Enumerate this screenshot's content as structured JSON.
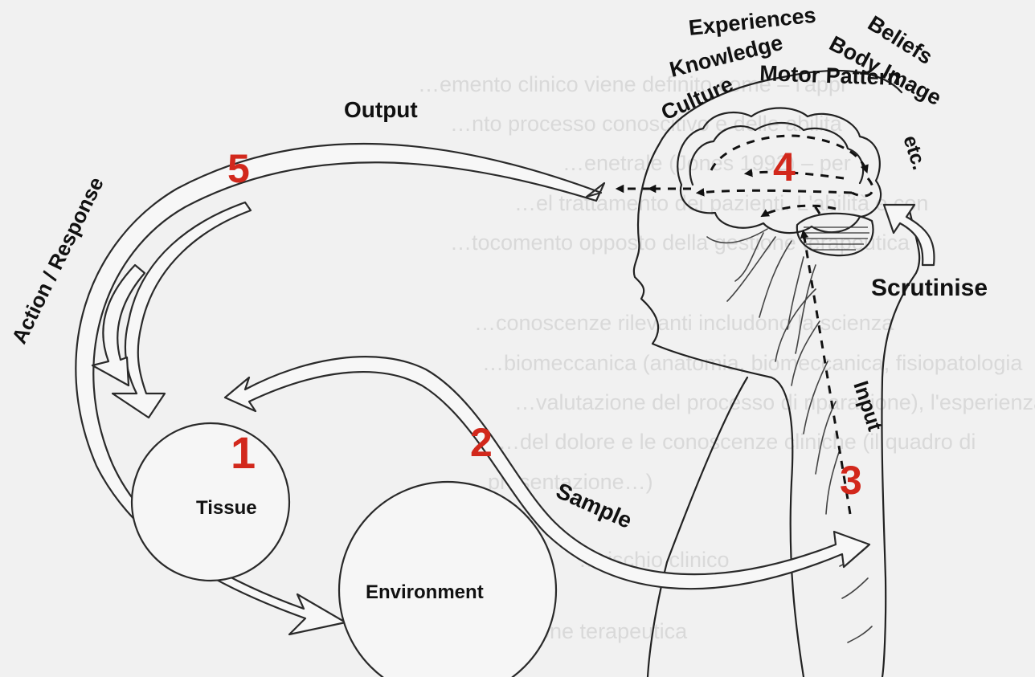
{
  "colors": {
    "background": "#f1f1f1",
    "line": "#222222",
    "step_number": "#d2281c",
    "ghost_text": "#d9d9d9"
  },
  "labels": {
    "output": "Output",
    "action_response": "Action / Response",
    "tissue": "Tissue",
    "environment": "Environment",
    "sample": "Sample",
    "input": "Input",
    "scrutinise": "Scrutinise"
  },
  "brain_factors": [
    "Experiences",
    "Beliefs",
    "Knowledge",
    "Body Image",
    "Culture",
    "Motor Pattern",
    "etc."
  ],
  "steps": [
    "1",
    "2",
    "3",
    "4",
    "5"
  ],
  "background_text": [
    "…emento clinico viene definito come – l'appr",
    "…nto processo conoscitivo e delle abilità",
    "…enetrale (Jones 1992) – per",
    "…el trattamento dei pazienti. L'abilità e con",
    "…tocomento opposto della gestione terapeutica",
    "…conoscenze rilevanti includono la scienza",
    "…biomeccanica (anatomia, biomeccanica, fisiopatologia",
    "…valutazione del processo di riparazione), l'esperienza",
    "…del dolore e le conoscenze cliniche (il quadro di",
    "…presentazione…)",
    "…rischio clinico",
    "Direzione terapeutica"
  ]
}
